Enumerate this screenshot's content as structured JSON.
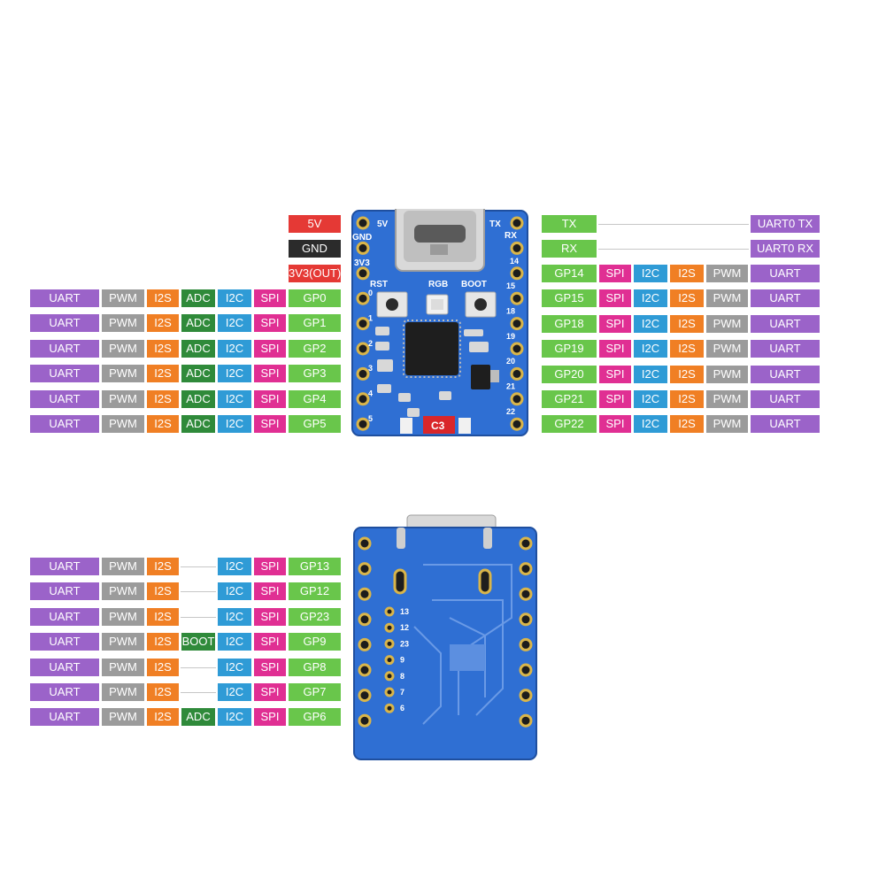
{
  "colors": {
    "UART": "#9b63c9",
    "PWM": "#9b9b9b",
    "I2S": "#f07f24",
    "ADC": "#2f8a3a",
    "I2C": "#2f9bd6",
    "SPI": "#e02f93",
    "GP": "#69c64b",
    "power": "#e53935",
    "ground": "#2b2b2b",
    "board": "#2f6fd3"
  },
  "front_board": {
    "left_pin_numbers": [
      "0",
      "1",
      "2",
      "3",
      "4",
      "5"
    ],
    "left_power_labels": [
      "5V",
      "GND",
      "3V3"
    ],
    "right_pin_numbers": [
      "15",
      "18",
      "19",
      "20",
      "21",
      "22"
    ],
    "right_top_labels": [
      "TX",
      "RX",
      "14"
    ],
    "buttons": [
      "RST",
      "RGB",
      "BOOT"
    ],
    "chip_label": "C3"
  },
  "power_labels": [
    "5V",
    "GND",
    "3V3(OUT)"
  ],
  "left_rows": [
    {
      "uart": "UART",
      "pwm": "PWM",
      "i2s": "I2S",
      "adc": "ADC",
      "i2c": "I2C",
      "spi": "SPI",
      "gp": "GP0"
    },
    {
      "uart": "UART",
      "pwm": "PWM",
      "i2s": "I2S",
      "adc": "ADC",
      "i2c": "I2C",
      "spi": "SPI",
      "gp": "GP1"
    },
    {
      "uart": "UART",
      "pwm": "PWM",
      "i2s": "I2S",
      "adc": "ADC",
      "i2c": "I2C",
      "spi": "SPI",
      "gp": "GP2"
    },
    {
      "uart": "UART",
      "pwm": "PWM",
      "i2s": "I2S",
      "adc": "ADC",
      "i2c": "I2C",
      "spi": "SPI",
      "gp": "GP3"
    },
    {
      "uart": "UART",
      "pwm": "PWM",
      "i2s": "I2S",
      "adc": "ADC",
      "i2c": "I2C",
      "spi": "SPI",
      "gp": "GP4"
    },
    {
      "uart": "UART",
      "pwm": "PWM",
      "i2s": "I2S",
      "adc": "ADC",
      "i2c": "I2C",
      "spi": "SPI",
      "gp": "GP5"
    }
  ],
  "right_top_rows": [
    {
      "gp": "TX",
      "func": "UART0 TX"
    },
    {
      "gp": "RX",
      "func": "UART0 RX"
    }
  ],
  "right_rows": [
    {
      "gp": "GP14",
      "spi": "SPI",
      "i2c": "I2C",
      "i2s": "I2S",
      "pwm": "PWM",
      "uart": "UART"
    },
    {
      "gp": "GP15",
      "spi": "SPI",
      "i2c": "I2C",
      "i2s": "I2S",
      "pwm": "PWM",
      "uart": "UART"
    },
    {
      "gp": "GP18",
      "spi": "SPI",
      "i2c": "I2C",
      "i2s": "I2S",
      "pwm": "PWM",
      "uart": "UART"
    },
    {
      "gp": "GP19",
      "spi": "SPI",
      "i2c": "I2C",
      "i2s": "I2S",
      "pwm": "PWM",
      "uart": "UART"
    },
    {
      "gp": "GP20",
      "spi": "SPI",
      "i2c": "I2C",
      "i2s": "I2S",
      "pwm": "PWM",
      "uart": "UART"
    },
    {
      "gp": "GP21",
      "spi": "SPI",
      "i2c": "I2C",
      "i2s": "I2S",
      "pwm": "PWM",
      "uart": "UART"
    },
    {
      "gp": "GP22",
      "spi": "SPI",
      "i2c": "I2C",
      "i2s": "I2S",
      "pwm": "PWM",
      "uart": "UART"
    }
  ],
  "bottom_rows": [
    {
      "uart": "UART",
      "pwm": "PWM",
      "i2s": "I2S",
      "extra": "",
      "i2c": "I2C",
      "spi": "SPI",
      "gp": "GP13"
    },
    {
      "uart": "UART",
      "pwm": "PWM",
      "i2s": "I2S",
      "extra": "",
      "i2c": "I2C",
      "spi": "SPI",
      "gp": "GP12"
    },
    {
      "uart": "UART",
      "pwm": "PWM",
      "i2s": "I2S",
      "extra": "",
      "i2c": "I2C",
      "spi": "SPI",
      "gp": "GP23"
    },
    {
      "uart": "UART",
      "pwm": "PWM",
      "i2s": "I2S",
      "extra": "BOOT",
      "i2c": "I2C",
      "spi": "SPI",
      "gp": "GP9"
    },
    {
      "uart": "UART",
      "pwm": "PWM",
      "i2s": "I2S",
      "extra": "",
      "i2c": "I2C",
      "spi": "SPI",
      "gp": "GP8"
    },
    {
      "uart": "UART",
      "pwm": "PWM",
      "i2s": "I2S",
      "extra": "",
      "i2c": "I2C",
      "spi": "SPI",
      "gp": "GP7"
    },
    {
      "uart": "UART",
      "pwm": "PWM",
      "i2s": "I2S",
      "extra": "ADC",
      "i2c": "I2C",
      "spi": "SPI",
      "gp": "GP6"
    }
  ],
  "back_board": {
    "pad_numbers": [
      "13",
      "12",
      "23",
      "9",
      "8",
      "7",
      "6"
    ]
  }
}
